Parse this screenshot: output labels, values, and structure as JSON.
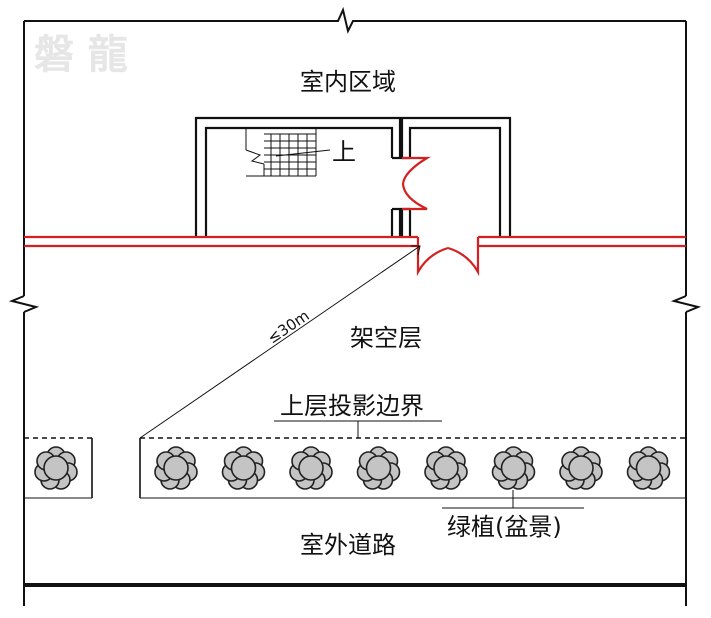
{
  "watermark": "磐 龍",
  "labels": {
    "indoor_area": "室内区域",
    "stairs_up": "上",
    "distance": "≤30m",
    "open_floor": "架空层",
    "upper_boundary": "上层投影边界",
    "plants": "绿植(盆景)",
    "outdoor_road": "室外道路"
  },
  "colors": {
    "wall": "#111111",
    "fire_line": "#d42020",
    "shrub_fill": "#c4c4c4",
    "watermark": "#e6e6e6"
  },
  "icons": {
    "shrub": "potted-shrub-icon",
    "door": "double-door-icon",
    "stair": "stair-icon"
  },
  "plant_count": 9
}
